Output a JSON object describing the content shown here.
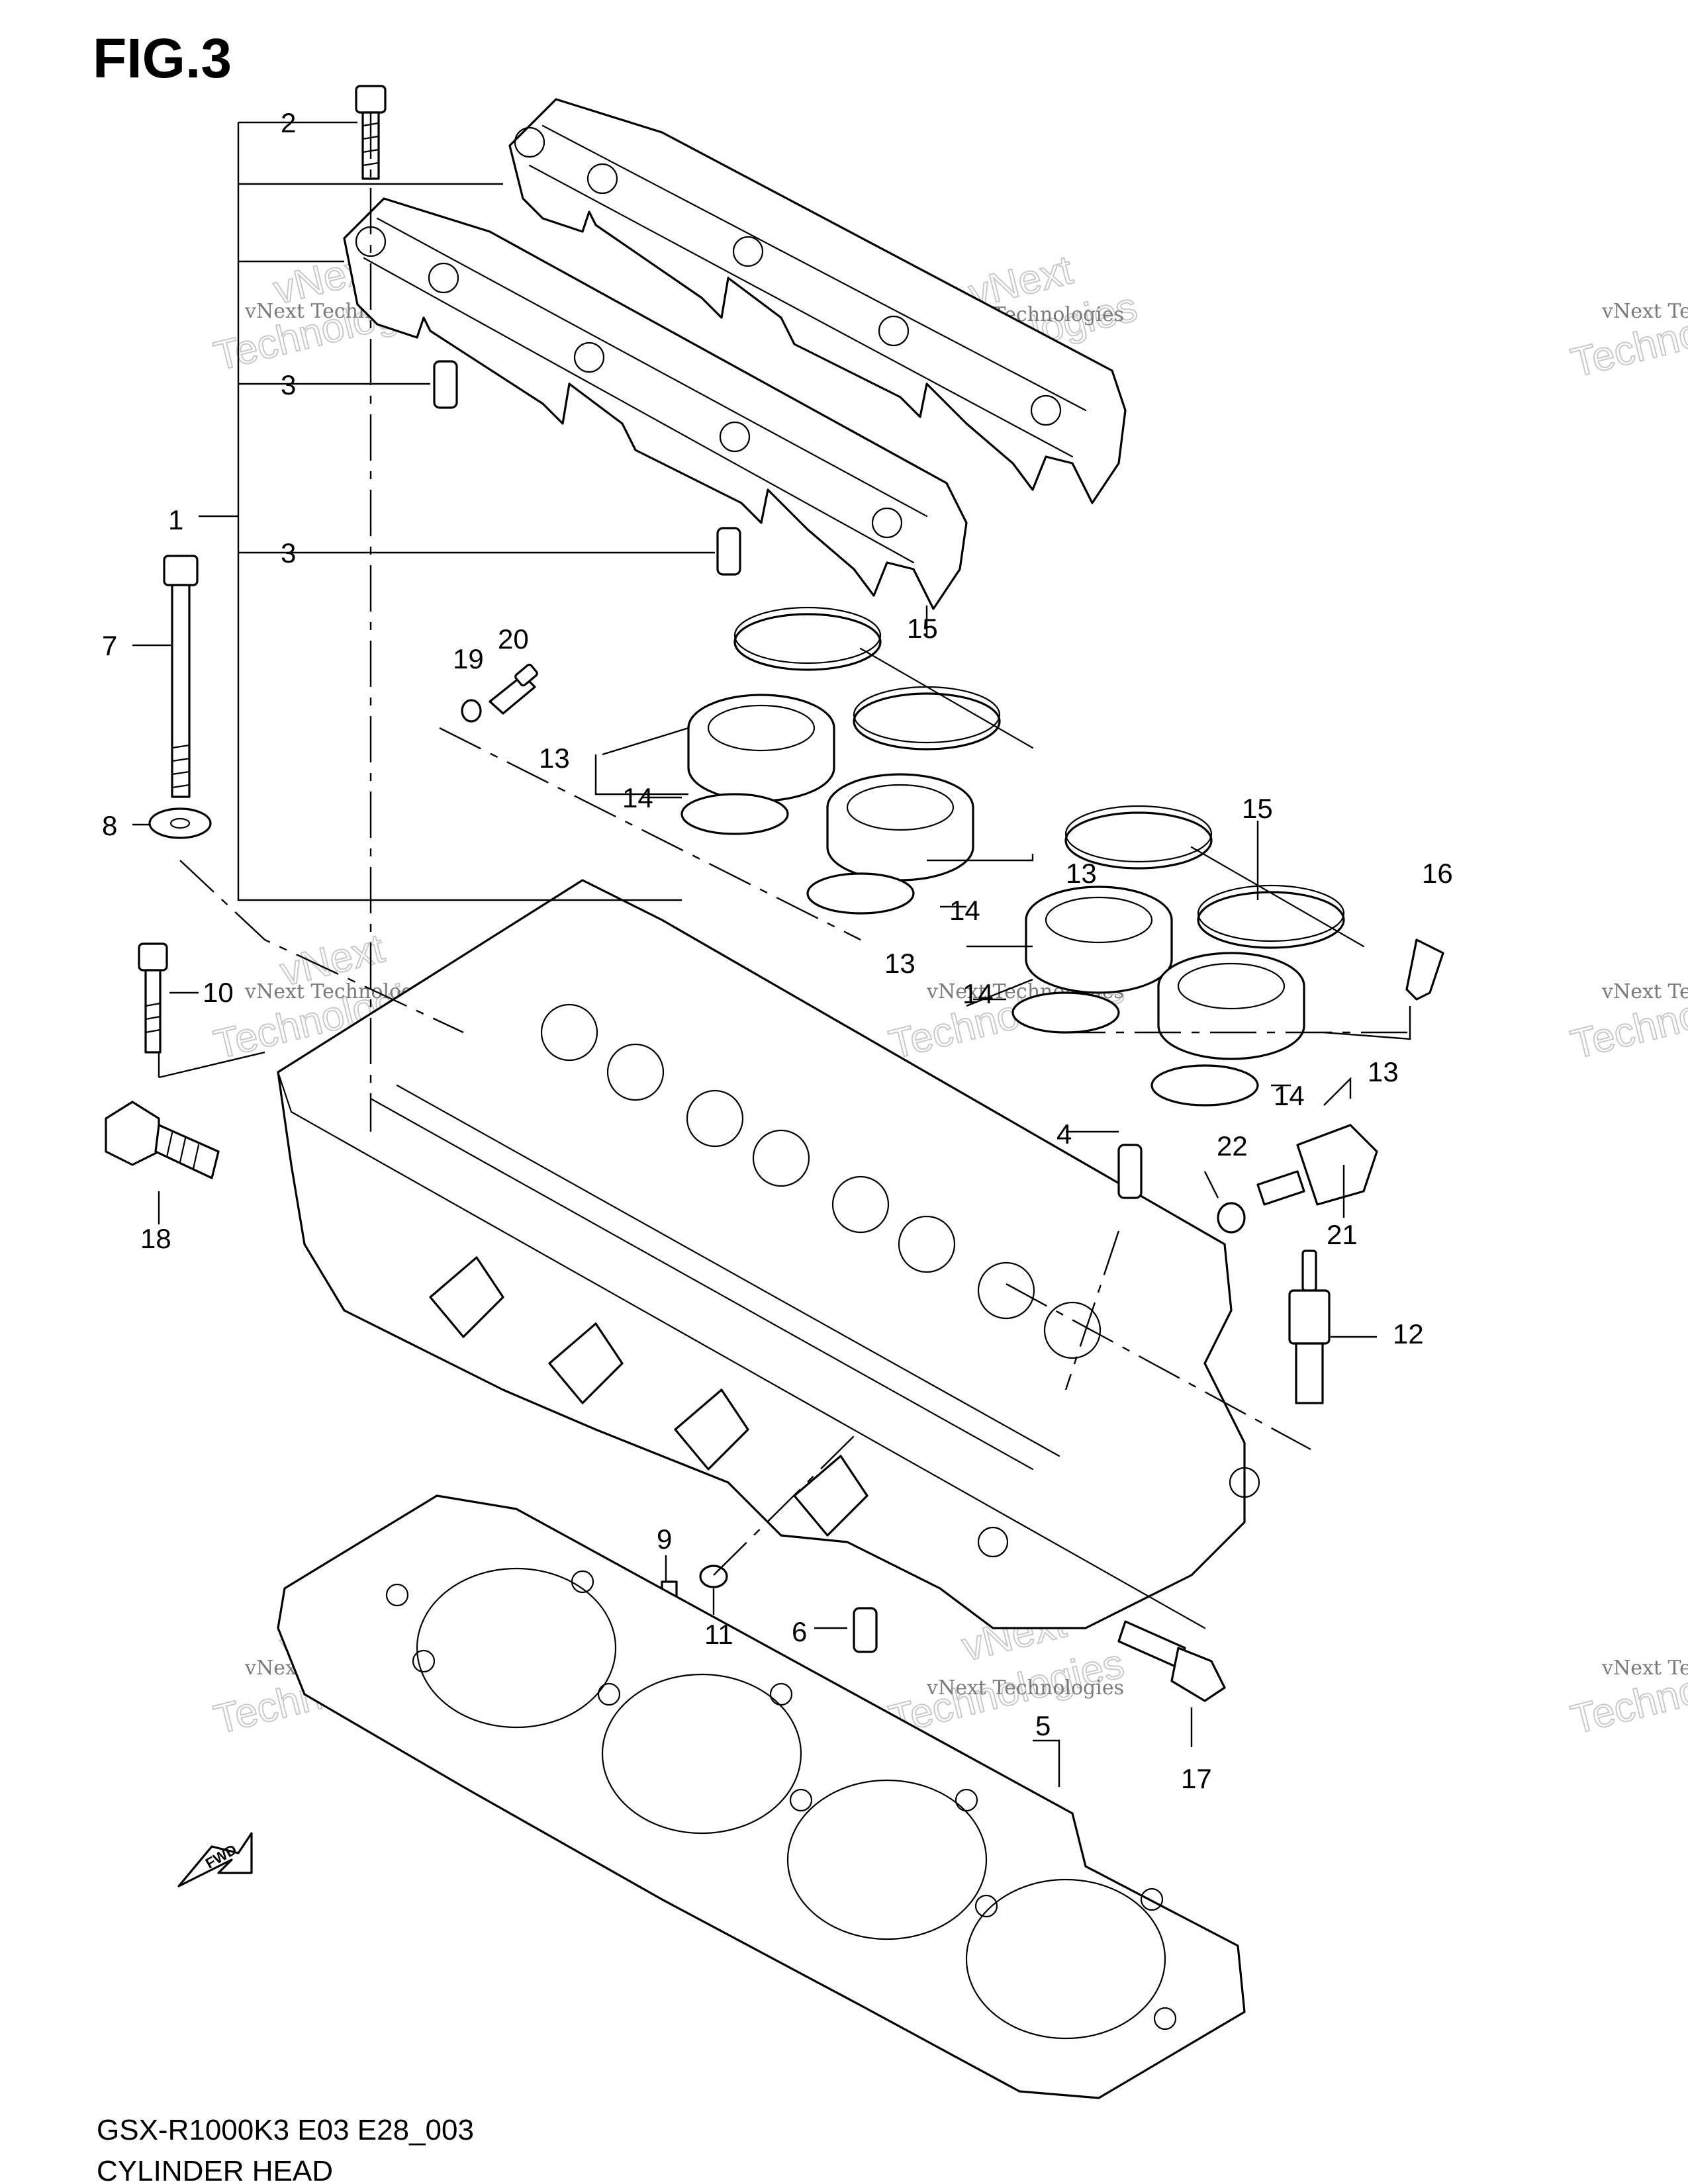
{
  "figure_label": "FIG.3",
  "model_code": "GSX-R1000K3 E03 E28_003",
  "diagram_title": "CYLINDER HEAD",
  "fwd_label": "FWD",
  "watermark": {
    "line1": "vNext Technologies",
    "line2": "vNext",
    "line3": "Technologies"
  },
  "callouts": [
    {
      "id": "c1",
      "text": "1"
    },
    {
      "id": "c2",
      "text": "2"
    },
    {
      "id": "c3a",
      "text": "3"
    },
    {
      "id": "c3b",
      "text": "3"
    },
    {
      "id": "c4",
      "text": "4"
    },
    {
      "id": "c5",
      "text": "5"
    },
    {
      "id": "c6",
      "text": "6"
    },
    {
      "id": "c7",
      "text": "7"
    },
    {
      "id": "c8",
      "text": "8"
    },
    {
      "id": "c9",
      "text": "9"
    },
    {
      "id": "c10",
      "text": "10"
    },
    {
      "id": "c11",
      "text": "11"
    },
    {
      "id": "c12",
      "text": "12"
    },
    {
      "id": "c13a",
      "text": "13"
    },
    {
      "id": "c13b",
      "text": "13"
    },
    {
      "id": "c13c",
      "text": "13"
    },
    {
      "id": "c13d",
      "text": "13"
    },
    {
      "id": "c14a",
      "text": "14"
    },
    {
      "id": "c14b",
      "text": "14"
    },
    {
      "id": "c14c",
      "text": "14"
    },
    {
      "id": "c14d",
      "text": "14"
    },
    {
      "id": "c15a",
      "text": "15"
    },
    {
      "id": "c15b",
      "text": "15"
    },
    {
      "id": "c16",
      "text": "16"
    },
    {
      "id": "c17",
      "text": "17"
    },
    {
      "id": "c18",
      "text": "18"
    },
    {
      "id": "c19",
      "text": "19"
    },
    {
      "id": "c20",
      "text": "20"
    },
    {
      "id": "c21",
      "text": "21"
    },
    {
      "id": "c22",
      "text": "22"
    }
  ]
}
